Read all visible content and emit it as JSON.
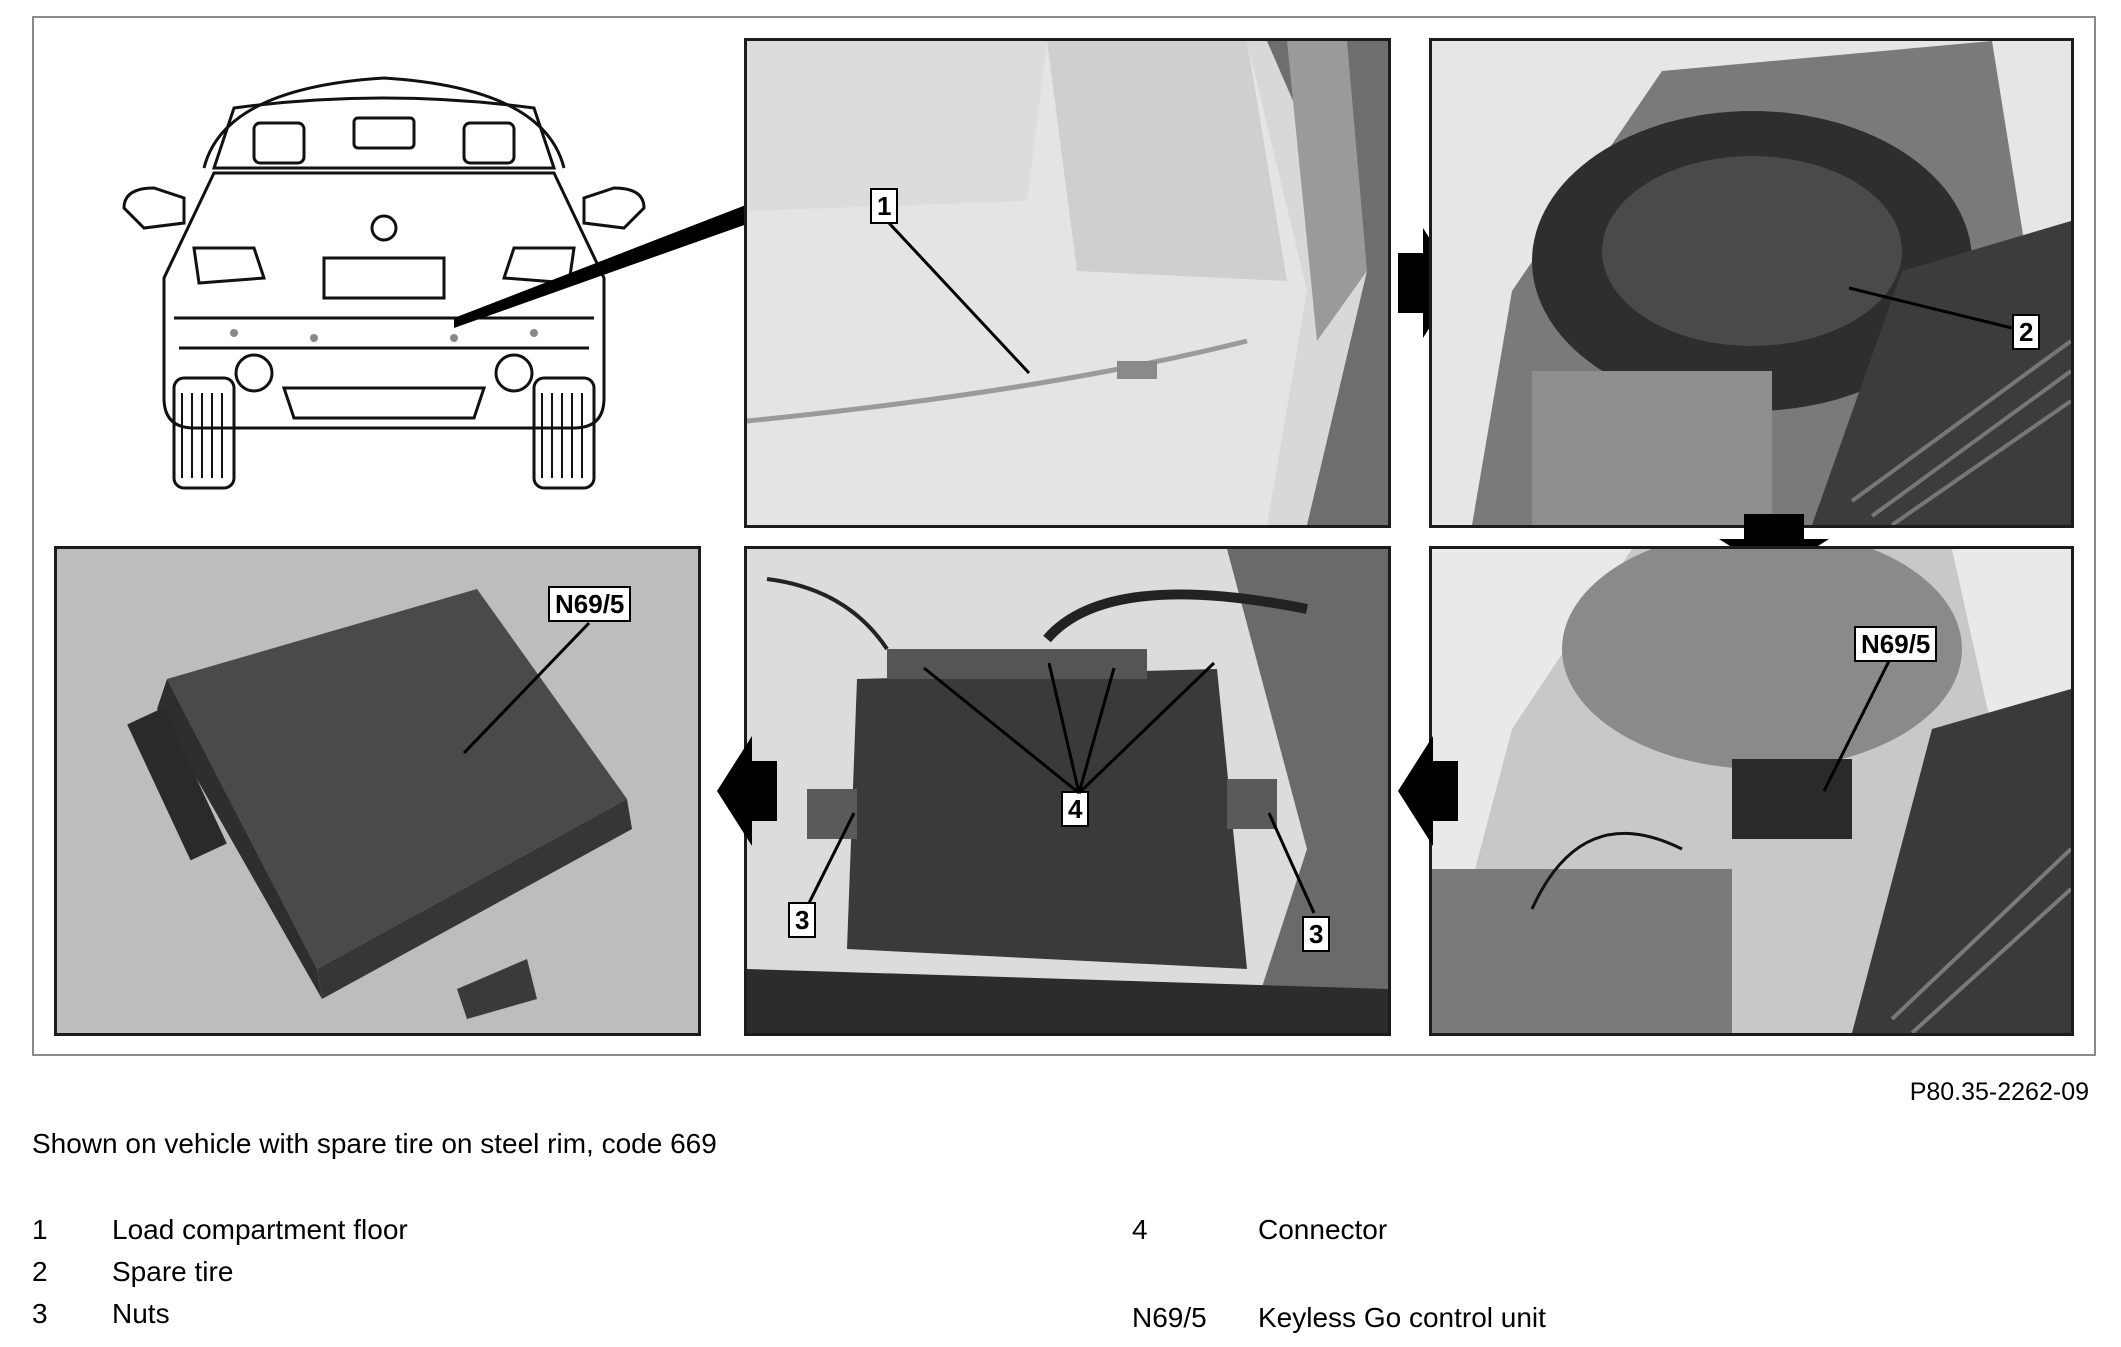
{
  "figure_ref": "P80.35-2262-09",
  "caption": "Shown on vehicle with spare tire on steel rim, code 669",
  "callouts": {
    "c1": "1",
    "c2": "2",
    "c3a": "3",
    "c3b": "3",
    "c4": "4",
    "n69_top": "N69/5",
    "n69_bottom": "N69/5"
  },
  "legend": [
    {
      "num": "1",
      "text": "Load compartment floor"
    },
    {
      "num": "2",
      "text": "Spare tire"
    },
    {
      "num": "3",
      "text": "Nuts"
    },
    {
      "num": "4",
      "text": "Connector"
    },
    {
      "num": "N69/5",
      "text": "Keyless Go control unit"
    }
  ]
}
